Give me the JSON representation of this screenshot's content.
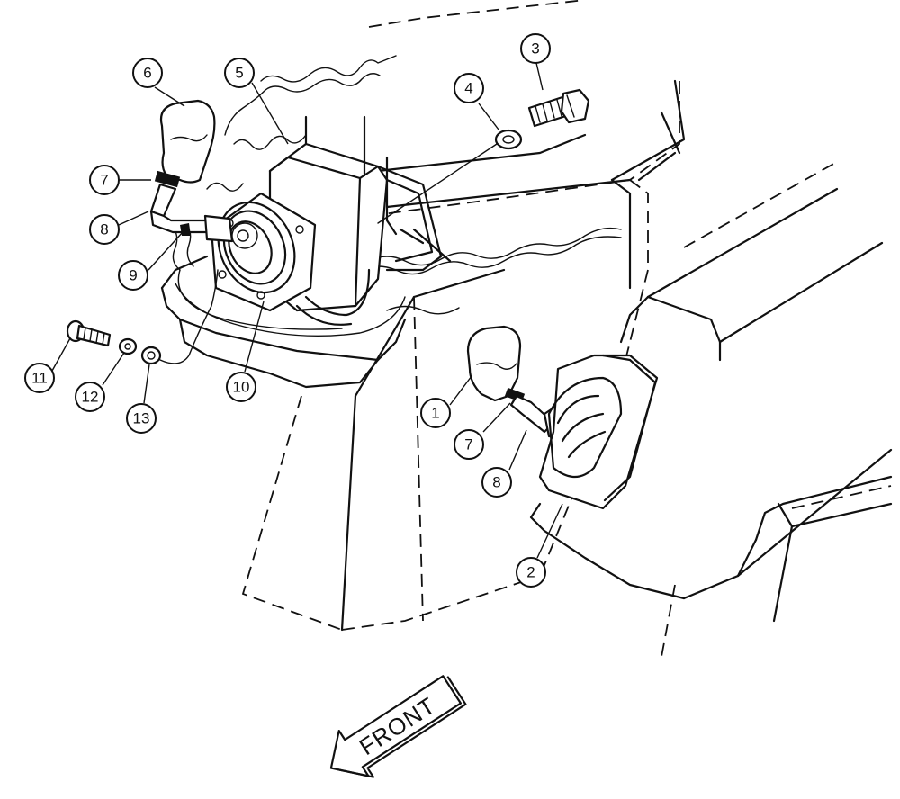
{
  "callouts": [
    {
      "id": "c1",
      "label": "1"
    },
    {
      "id": "c2",
      "label": "2"
    },
    {
      "id": "c3",
      "label": "3"
    },
    {
      "id": "c4",
      "label": "4"
    },
    {
      "id": "c5",
      "label": "5"
    },
    {
      "id": "c6",
      "label": "6"
    },
    {
      "id": "c7a",
      "label": "7"
    },
    {
      "id": "c7b",
      "label": "7"
    },
    {
      "id": "c8a",
      "label": "8"
    },
    {
      "id": "c8b",
      "label": "8"
    },
    {
      "id": "c9",
      "label": "9"
    },
    {
      "id": "c10",
      "label": "10"
    },
    {
      "id": "c11",
      "label": "11"
    },
    {
      "id": "c12",
      "label": "12"
    },
    {
      "id": "c13",
      "label": "13"
    }
  ],
  "front_label": "FRONT"
}
